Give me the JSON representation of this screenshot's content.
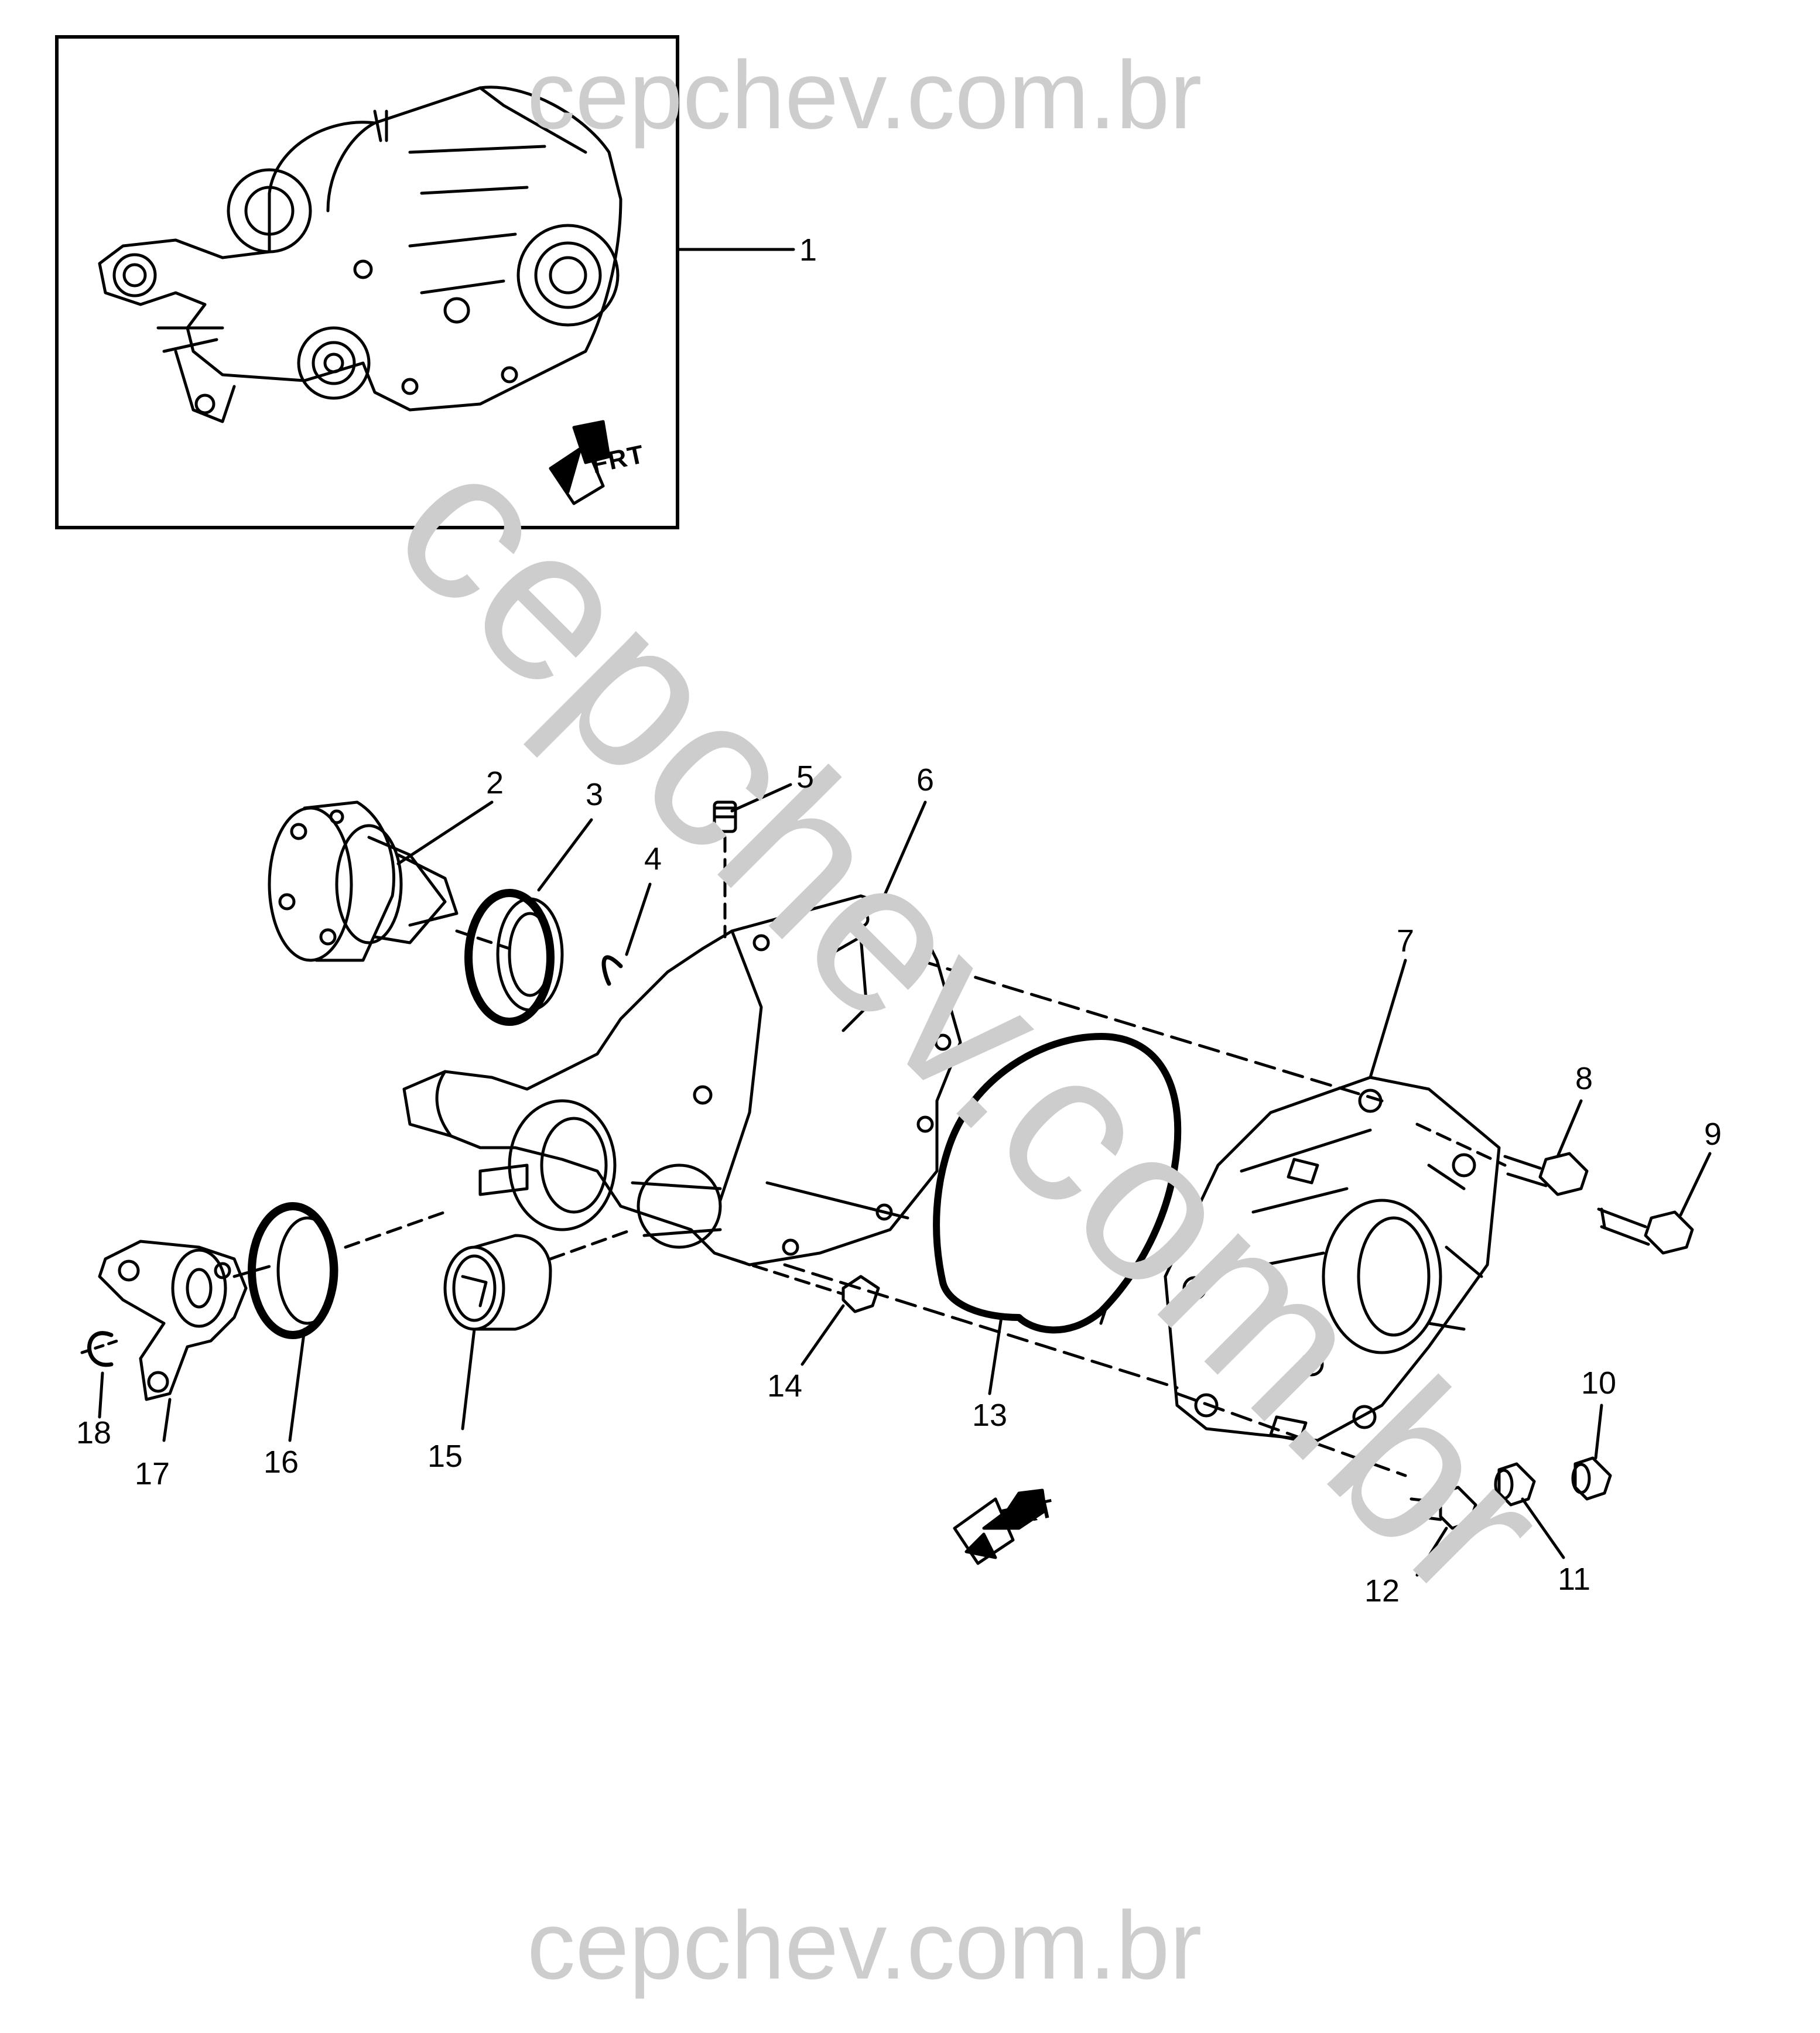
{
  "watermark": {
    "text_top": "cepchev.com.br",
    "text_diagonal": "cepchev.com.br",
    "text_bottom": "cepchev.com.br",
    "color": "#cdcdcd"
  },
  "direction_markers": {
    "inset_label": "FRT",
    "main_label": "FRT"
  },
  "callouts": [
    "1",
    "2",
    "3",
    "4",
    "5",
    "6",
    "7",
    "8",
    "9",
    "10",
    "11",
    "12",
    "13",
    "14",
    "15",
    "16",
    "17",
    "18"
  ]
}
